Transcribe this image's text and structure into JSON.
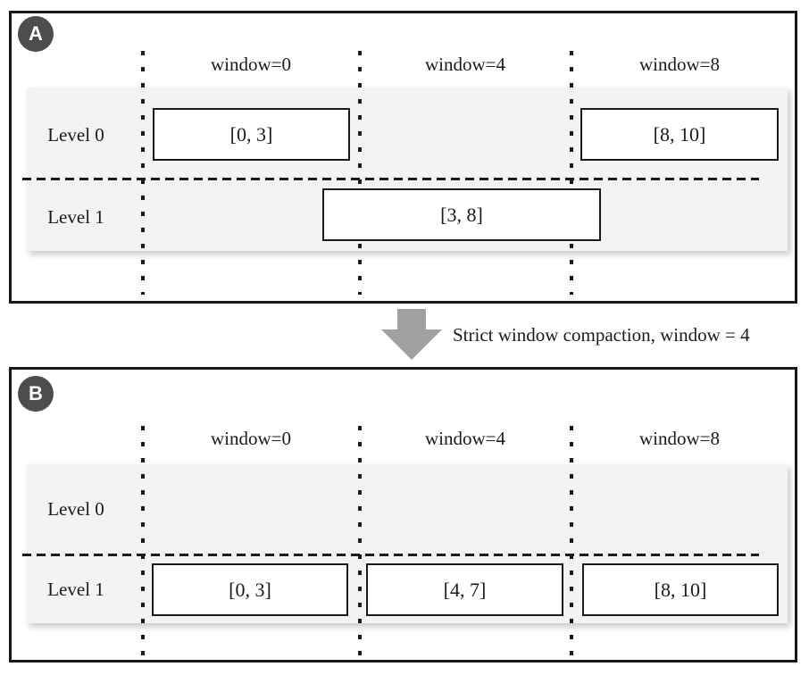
{
  "colors": {
    "line": "#1a1a1a",
    "badge_bg": "#4d4d4d",
    "badge_text": "#ffffff",
    "row_shade": "#f3f3f3",
    "arrow": "#a1a1a1",
    "box_bg": "#ffffff"
  },
  "transition": {
    "caption": "Strict window compaction, window = 4"
  },
  "panels": [
    {
      "badge": "A",
      "columns": [
        "window=0",
        "window=4",
        "window=8"
      ],
      "rows": [
        {
          "label": "Level 0"
        },
        {
          "label": "Level 1"
        }
      ],
      "boxes": [
        {
          "row": "Level 0",
          "column": "window=0",
          "label": "[0, 3]"
        },
        {
          "row": "Level 0",
          "column": "window=8",
          "label": "[8, 10]"
        },
        {
          "row": "Level 1",
          "column": "window=4",
          "label": "[3, 8]"
        }
      ]
    },
    {
      "badge": "B",
      "columns": [
        "window=0",
        "window=4",
        "window=8"
      ],
      "rows": [
        {
          "label": "Level 0"
        },
        {
          "label": "Level 1"
        }
      ],
      "boxes": [
        {
          "row": "Level 1",
          "column": "window=0",
          "label": "[0, 3]"
        },
        {
          "row": "Level 1",
          "column": "window=4",
          "label": "[4, 7]"
        },
        {
          "row": "Level 1",
          "column": "window=8",
          "label": "[8, 10]"
        }
      ]
    }
  ]
}
